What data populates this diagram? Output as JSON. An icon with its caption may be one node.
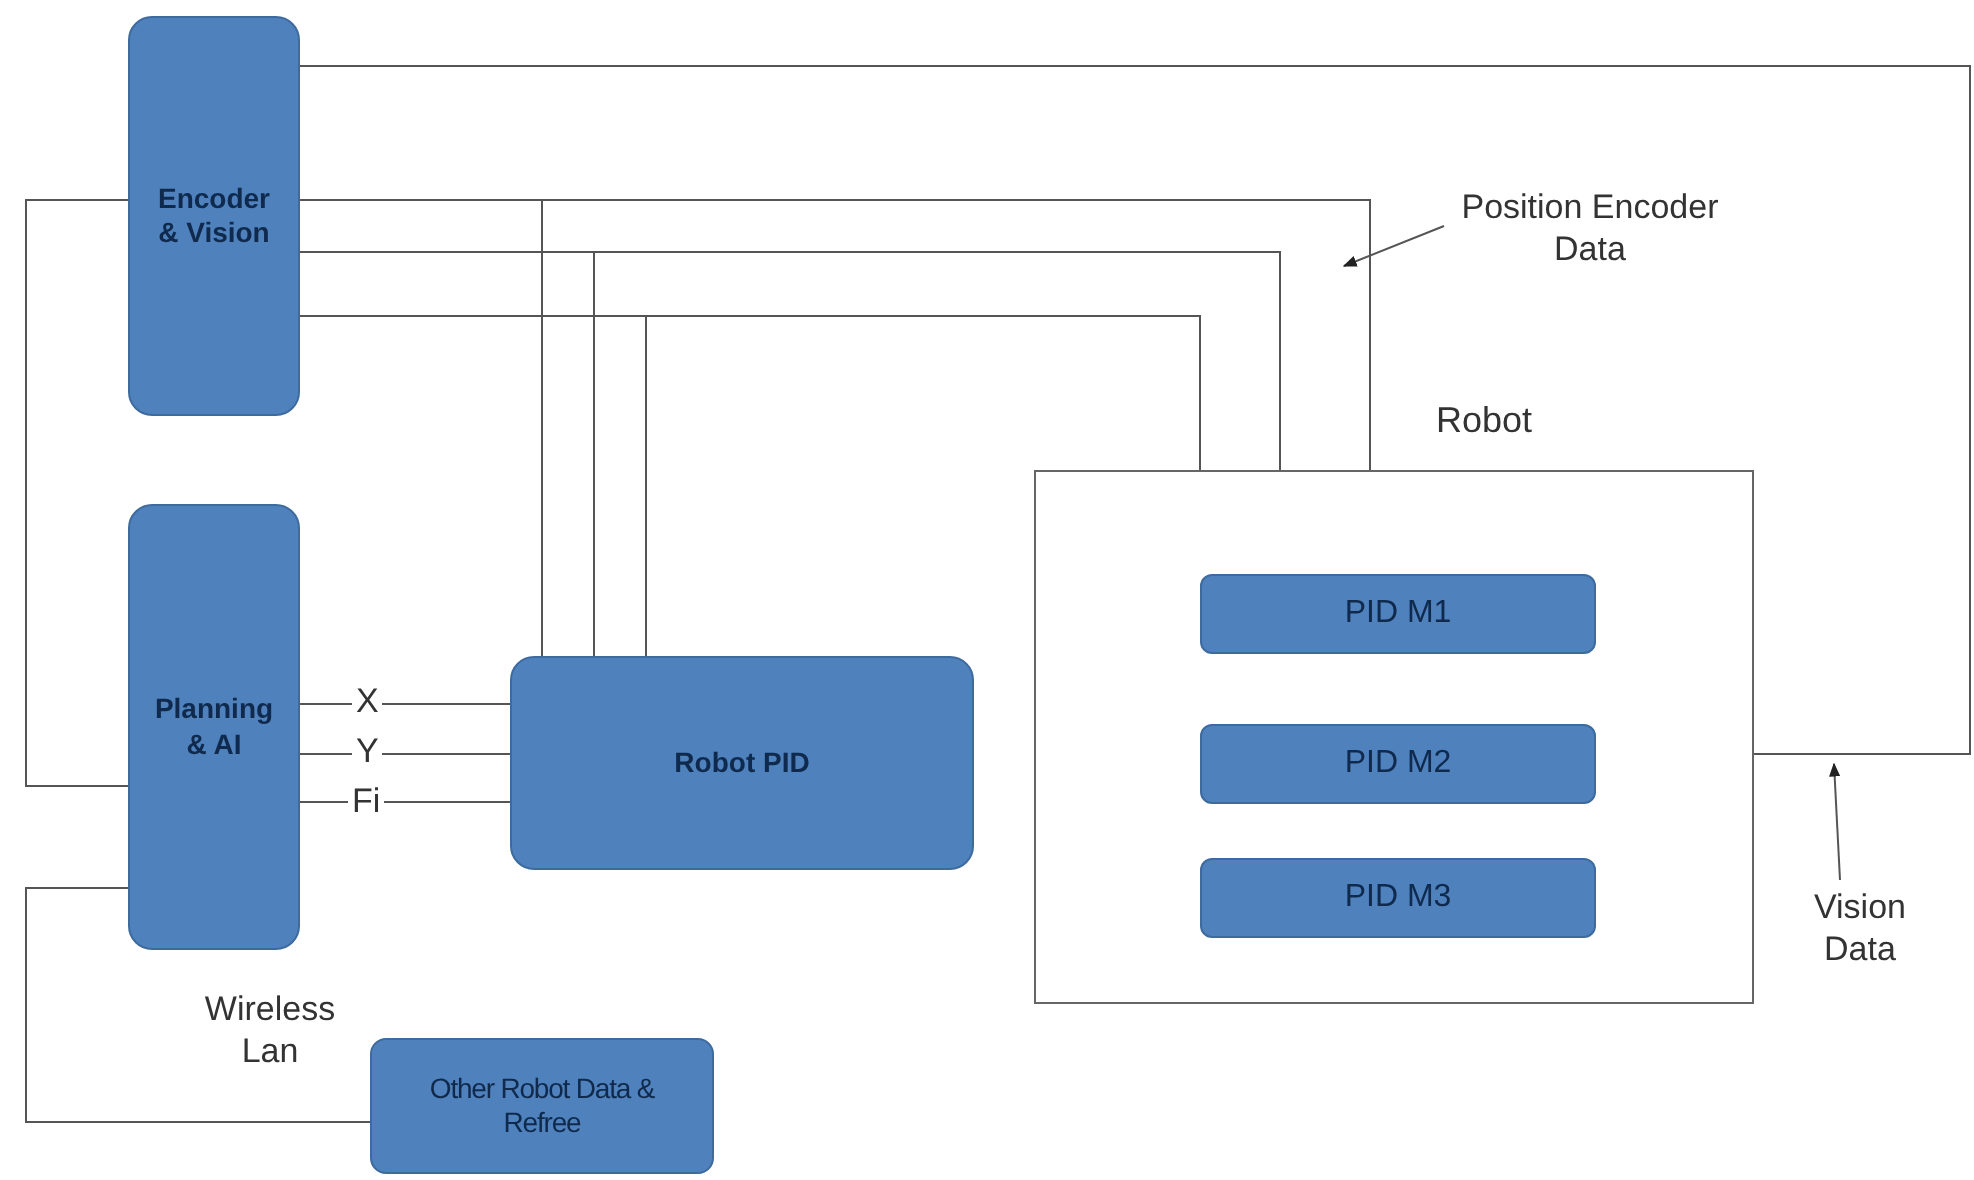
{
  "diagram": {
    "nodes": [
      {
        "text": [
          "Encoder & Vision"
        ]
      },
      {
        "text": [
          "Planning & AI"
        ]
      },
      {
        "text": [
          "Robot PID"
        ]
      },
      {
        "text": [
          "Robot"
        ]
      },
      {
        "text": [
          "PID M1"
        ],
        "in": 3
      },
      {
        "text": [
          "PID M2"
        ],
        "in": 3
      },
      {
        "text": [
          "PID M3"
        ],
        "in": 3
      },
      {
        "text": [
          "Other Robot Data & Refree"
        ]
      },
      {
        "text": [
          "Position Encoder Data"
        ]
      },
      {
        "text": [
          "Vision Data"
        ]
      }
    ],
    "edges": [
      {
        "from": 0,
        "to": 3,
        "arrow": "none"
      },
      {
        "from": 0,
        "to": 3,
        "arrow": "none"
      },
      {
        "from": 0,
        "to": 2,
        "arrow": "none"
      },
      {
        "from": 0,
        "to": 1,
        "arrow": "none"
      },
      {
        "from": 0,
        "to": 3,
        "arrow": "none"
      },
      {
        "from": 0,
        "to": 2,
        "arrow": "none"
      },
      {
        "from": 0,
        "to": 3,
        "arrow": "none"
      },
      {
        "from": 0,
        "to": 2,
        "arrow": "none"
      },
      {
        "from": 1,
        "to": 2,
        "label": "X",
        "arrow": "none"
      },
      {
        "from": 1,
        "to": 2,
        "label": "Y",
        "arrow": "none"
      },
      {
        "from": 1,
        "to": 2,
        "label": "Fi",
        "arrow": "none"
      },
      {
        "from": 1,
        "to": 7,
        "arrow": "none"
      },
      {
        "from": 8,
        "to": null,
        "arrow": "to"
      },
      {
        "from": 9,
        "to": null,
        "arrow": "to"
      }
    ],
    "labels": [
      "Wireless Lan"
    ]
  }
}
